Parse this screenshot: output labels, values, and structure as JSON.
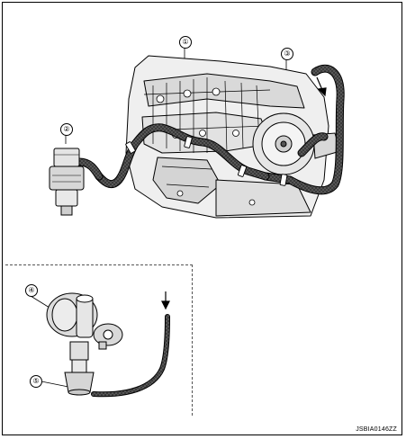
{
  "callouts": {
    "c1": "①",
    "c2": "②",
    "c3": "③",
    "c4": "④",
    "c5": "⑤"
  },
  "figure_code": "JSBIA0146ZZ",
  "colors": {
    "line": "#000000",
    "hose": "#2b2b2b",
    "hose_texture": "#8a8a8a",
    "fill_light": "#e8e8e8",
    "fill_mid": "#c9c9c9",
    "background": "#ffffff"
  },
  "icons": {
    "flow_arrow": "arrow-down-icon"
  }
}
